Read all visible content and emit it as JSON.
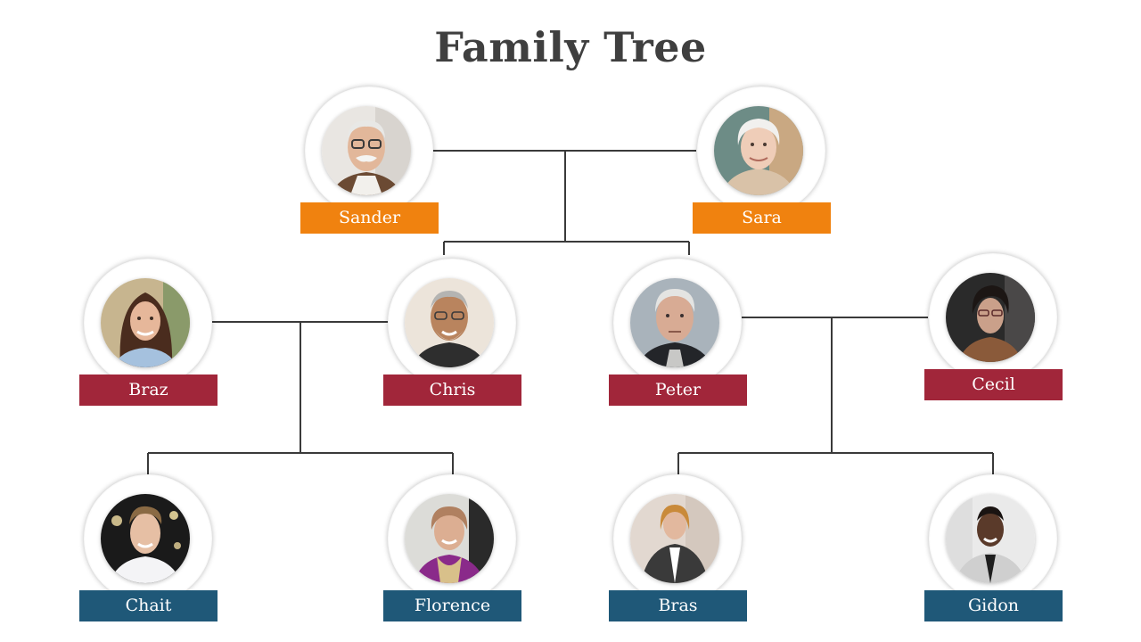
{
  "title": "Family Tree",
  "colors": {
    "grandparents": "#f0820f",
    "parents": "#a1263a",
    "children": "#1f5878",
    "line": "#3a3a3a"
  },
  "members": {
    "sander": {
      "name": "Sander"
    },
    "sara": {
      "name": "Sara"
    },
    "braz": {
      "name": "Braz"
    },
    "chris": {
      "name": "Chris"
    },
    "peter": {
      "name": "Peter"
    },
    "cecil": {
      "name": "Cecil"
    },
    "chait": {
      "name": "Chait"
    },
    "florence": {
      "name": "Florence"
    },
    "bras": {
      "name": "Bras"
    },
    "gidon": {
      "name": "Gidon"
    }
  }
}
